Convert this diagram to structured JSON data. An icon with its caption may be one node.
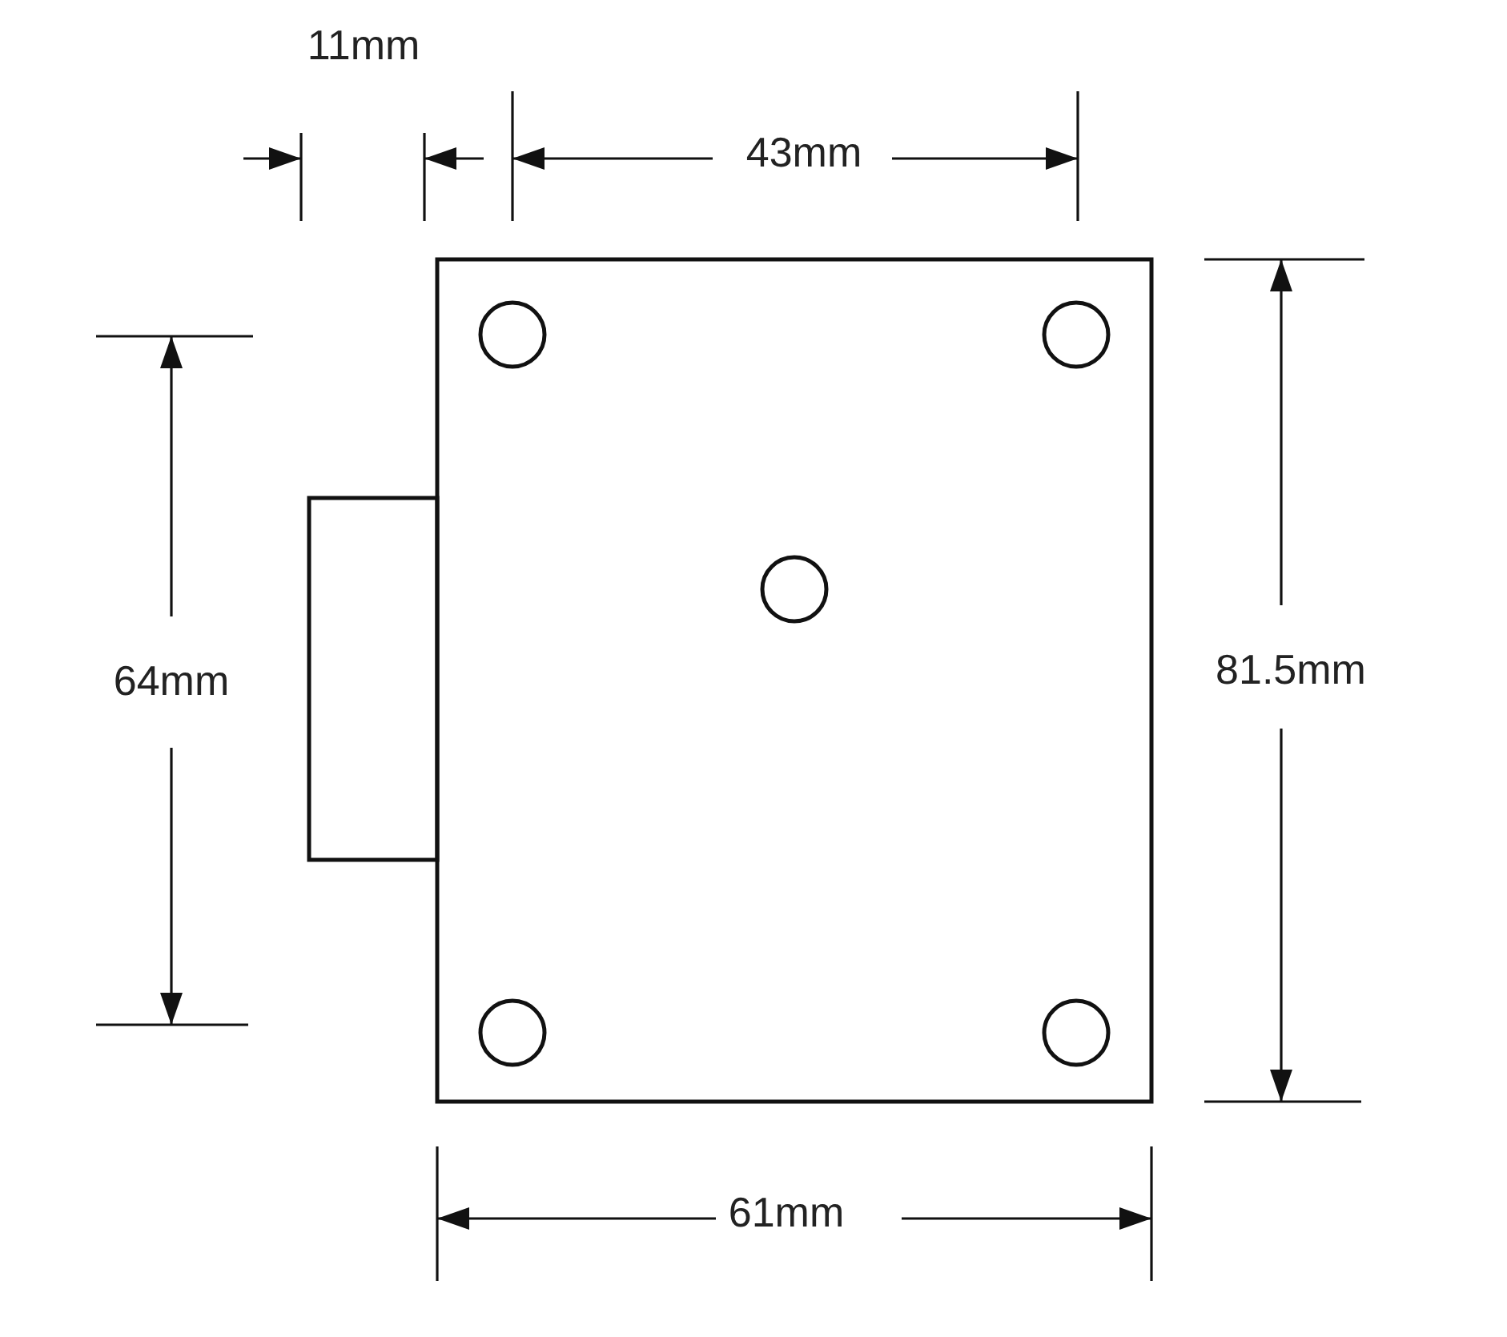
{
  "diagram": {
    "labels": [
      "11mm",
      "43mm",
      "64mm",
      "81.5mm",
      "61mm"
    ]
  }
}
